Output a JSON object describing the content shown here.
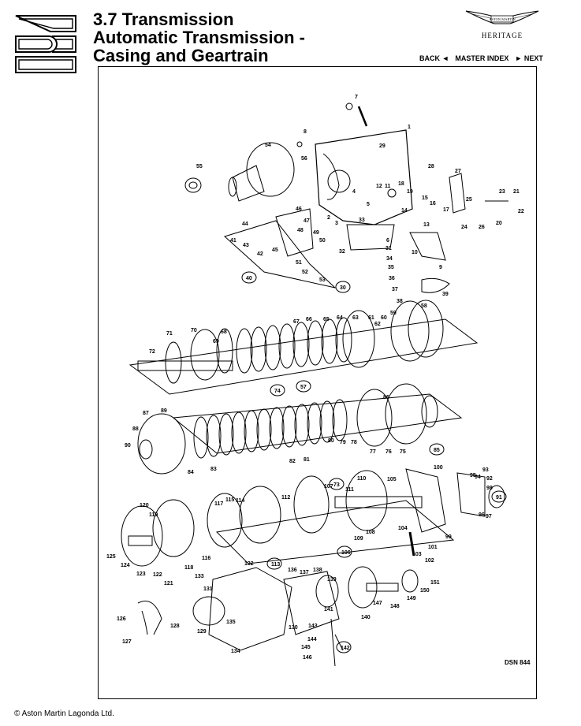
{
  "header": {
    "title_lines": [
      "3.7 Transmission",
      "Automatic Transmission -",
      "Casing and Geartrain"
    ],
    "brand_text": "ASTON MARTIN",
    "heritage": "HERITAGE"
  },
  "nav": {
    "back": "BACK ◄",
    "master_index": "MASTER INDEX",
    "next": "► NEXT"
  },
  "diagram": {
    "ref": "DSN 844",
    "callouts": [
      "1",
      "2",
      "3",
      "4",
      "5",
      "6",
      "7",
      "8",
      "9",
      "10",
      "11",
      "12",
      "13",
      "14",
      "15",
      "16",
      "17",
      "18",
      "19",
      "20",
      "21",
      "22",
      "23",
      "24",
      "25",
      "26",
      "27",
      "28",
      "29",
      "30",
      "31",
      "32",
      "33",
      "34",
      "35",
      "36",
      "37",
      "38",
      "39",
      "40",
      "41",
      "42",
      "43",
      "44",
      "45",
      "46",
      "47",
      "48",
      "49",
      "50",
      "51",
      "52",
      "53",
      "54",
      "55",
      "56",
      "57",
      "58",
      "59",
      "60",
      "61",
      "62",
      "63",
      "64",
      "65",
      "66",
      "67",
      "68",
      "69",
      "70",
      "71",
      "72",
      "73",
      "74",
      "75",
      "76",
      "77",
      "78",
      "79",
      "80",
      "81",
      "82",
      "83",
      "84",
      "85",
      "86",
      "87",
      "88",
      "89",
      "90",
      "91",
      "92",
      "93",
      "94",
      "95",
      "96",
      "97",
      "98",
      "99",
      "100",
      "101",
      "102",
      "103",
      "104",
      "105",
      "106",
      "107",
      "108",
      "109",
      "110",
      "111",
      "112",
      "113",
      "114",
      "115",
      "116",
      "117",
      "118",
      "119",
      "120",
      "121",
      "122",
      "123",
      "124",
      "125",
      "126",
      "127",
      "128",
      "129",
      "130",
      "131",
      "132",
      "133",
      "134",
      "135",
      "136",
      "137",
      "138",
      "139",
      "140",
      "141",
      "142",
      "143",
      "144",
      "145",
      "146",
      "147",
      "148",
      "149",
      "150",
      "151"
    ]
  },
  "footer": {
    "copyright": "© Aston Martin Lagonda Ltd."
  }
}
